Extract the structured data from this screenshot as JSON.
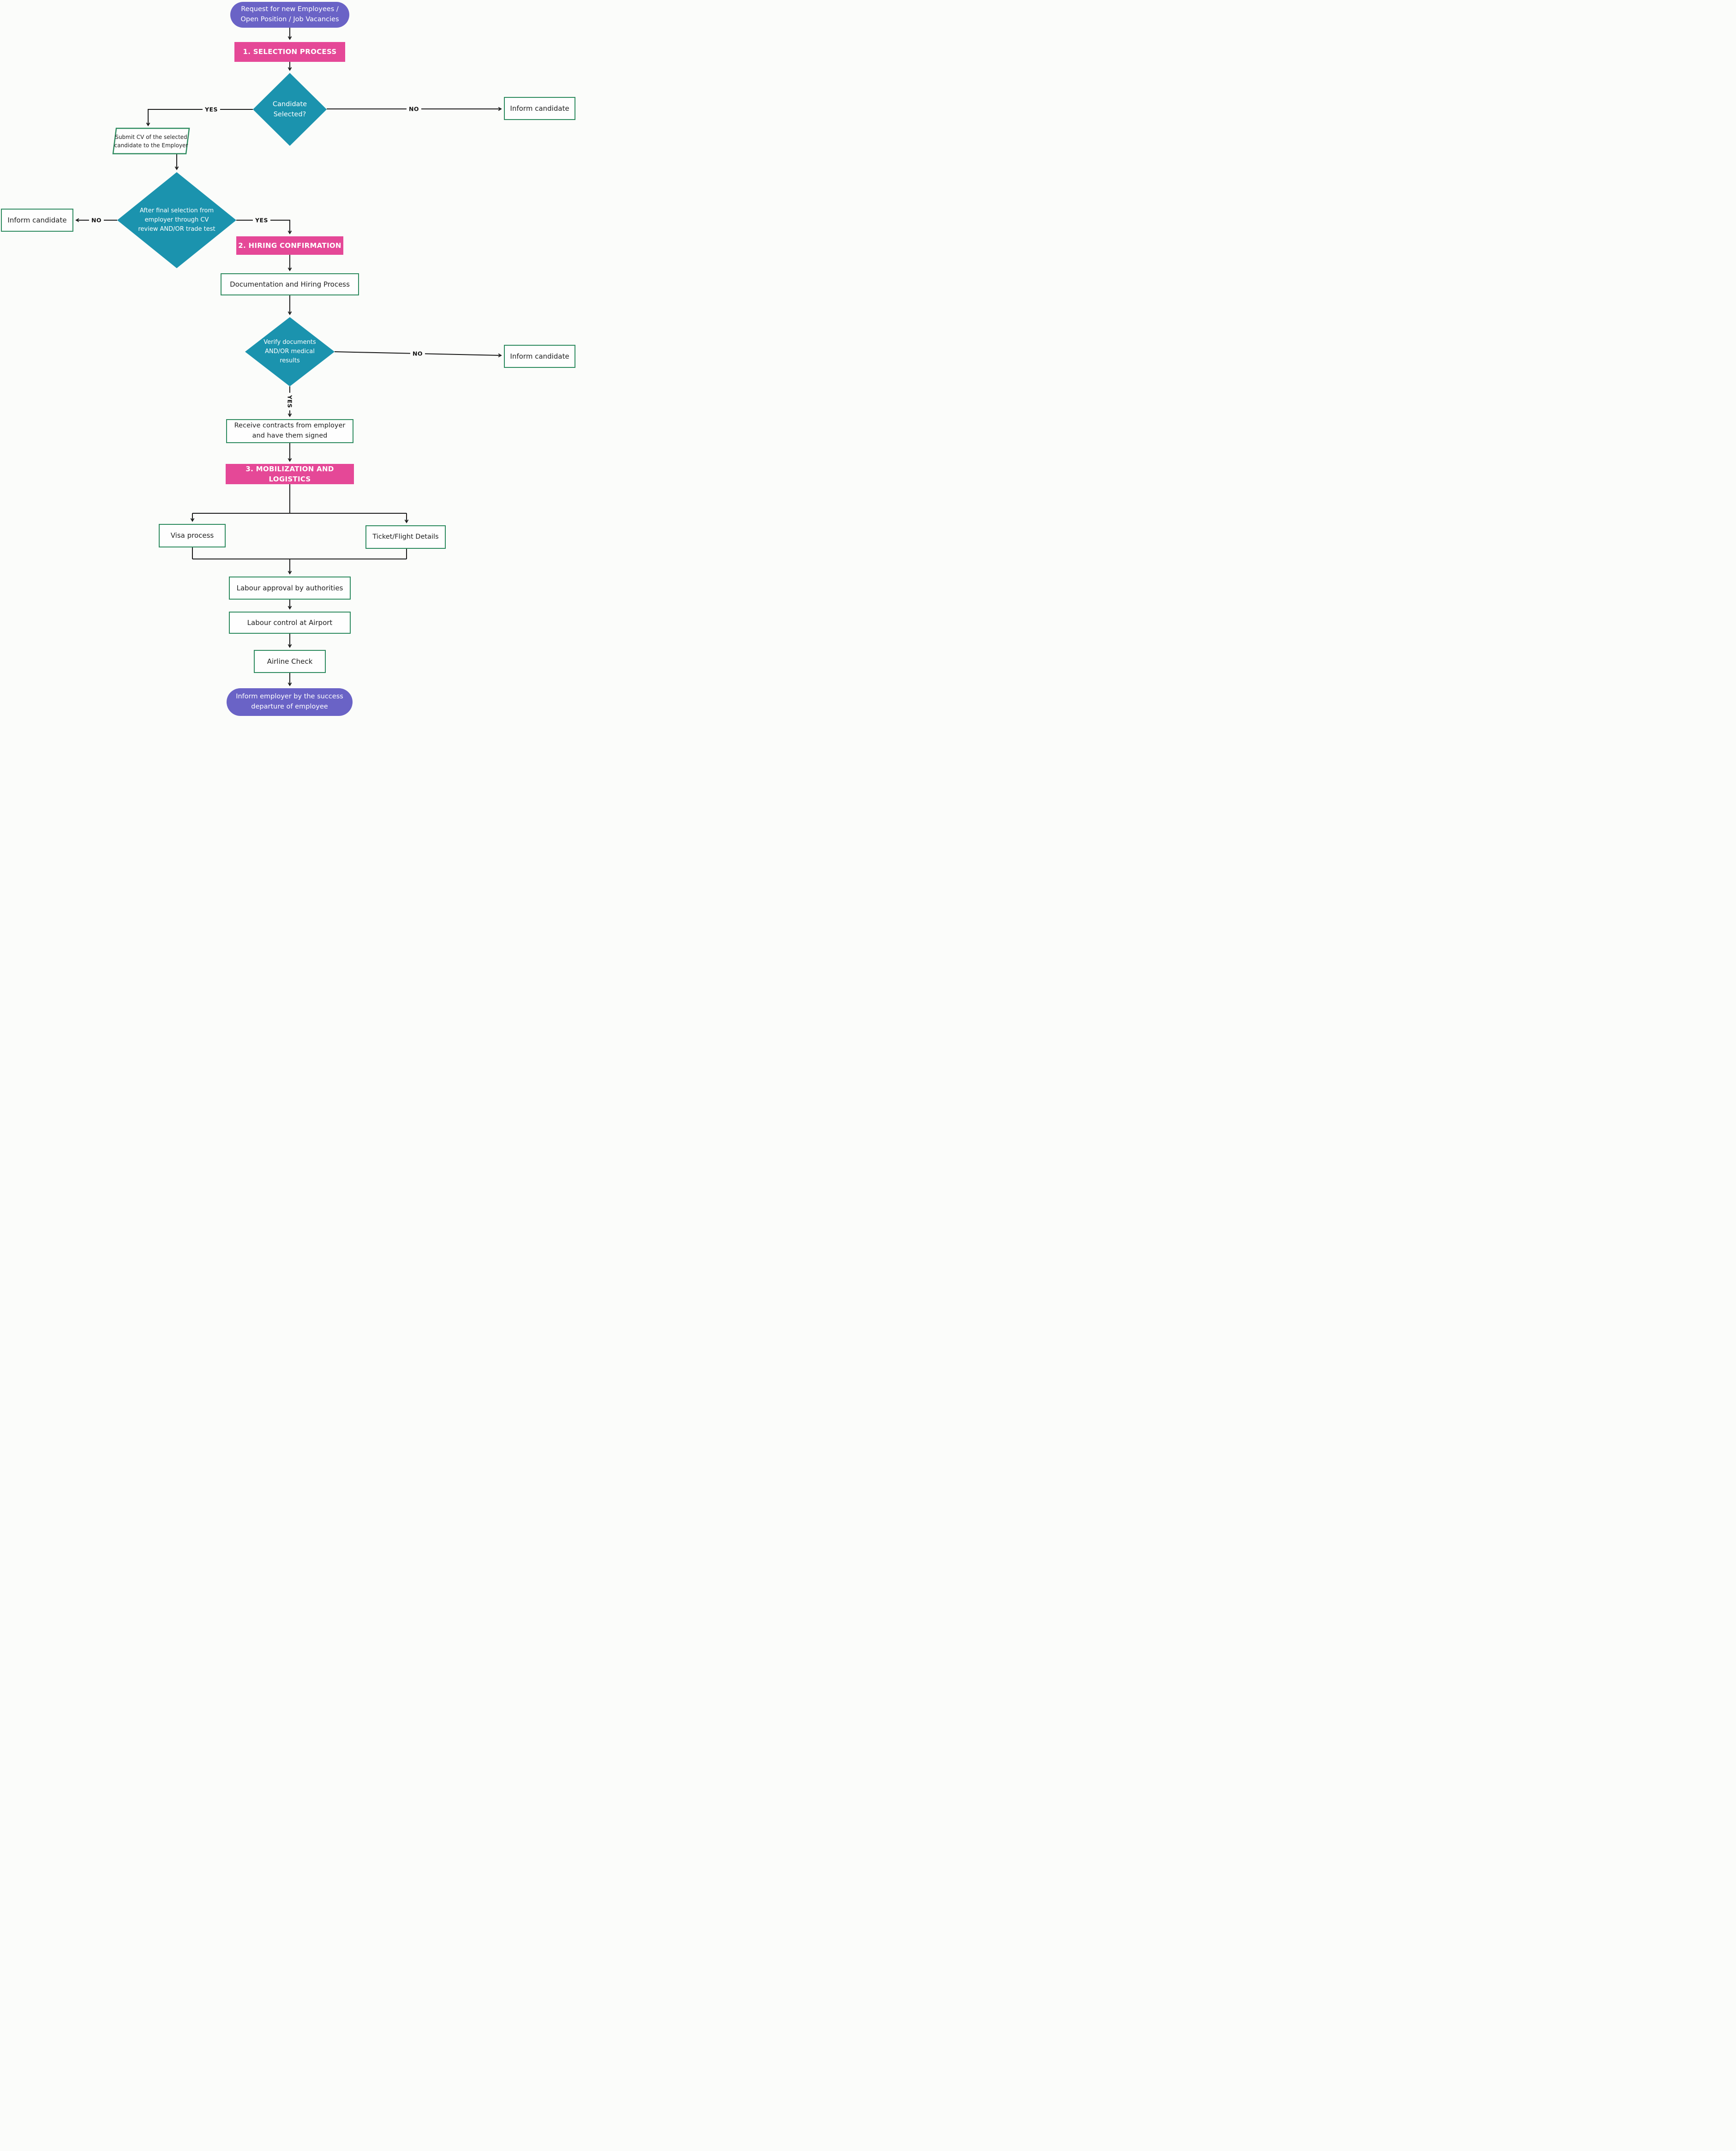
{
  "colors": {
    "purple": "#6a63c6",
    "pink": "#e54897",
    "teal": "#1b93ae",
    "green_border": "#2e8b5f",
    "line": "#1a1a1a",
    "text": "#1f1f1f",
    "background": "#fbfcfa"
  },
  "nodes": {
    "start": {
      "label": "Request for new Employees /\nOpen Position / Job Vacancies",
      "type": "terminator"
    },
    "selection": {
      "label": "1. SELECTION PROCESS",
      "type": "stage"
    },
    "candidate_selected": {
      "label": "Candidate\nSelected?",
      "type": "decision"
    },
    "inform_candidate_1": {
      "label": "Inform candidate",
      "type": "process"
    },
    "submit_cv": {
      "label": "Submit CV of the selected\ncandidate to the Employer",
      "type": "io"
    },
    "final_selection": {
      "label": "After final selection from\nemployer through CV\nreview AND/OR trade test",
      "type": "decision"
    },
    "inform_candidate_2": {
      "label": "Inform candidate",
      "type": "process"
    },
    "hiring": {
      "label": "2. HIRING CONFIRMATION",
      "type": "stage"
    },
    "documentation": {
      "label": "Documentation and Hiring Process",
      "type": "process"
    },
    "verify_documents": {
      "label": "Verify documents\nAND/OR medical\nresults",
      "type": "decision"
    },
    "inform_candidate_3": {
      "label": "Inform candidate",
      "type": "process"
    },
    "receive_contracts": {
      "label": "Receive contracts from employer\nand have them signed",
      "type": "process"
    },
    "mobilization": {
      "label": "3. MOBILIZATION AND LOGISTICS",
      "type": "stage"
    },
    "visa": {
      "label": "Visa process",
      "type": "process"
    },
    "ticket": {
      "label": "Ticket/Flight Details",
      "type": "process"
    },
    "labour_approval": {
      "label": "Labour approval by authorities",
      "type": "process"
    },
    "labour_control": {
      "label": "Labour control at Airport",
      "type": "process"
    },
    "airline_check": {
      "label": "Airline Check",
      "type": "process"
    },
    "end": {
      "label": "Inform employer by the success\ndeparture of employee",
      "type": "terminator"
    }
  },
  "edge_labels": {
    "d1_yes": "YES",
    "d1_no": "NO",
    "d2_no": "NO",
    "d2_yes": "YES",
    "d3_no": "NO",
    "d3_yes": "YES"
  }
}
